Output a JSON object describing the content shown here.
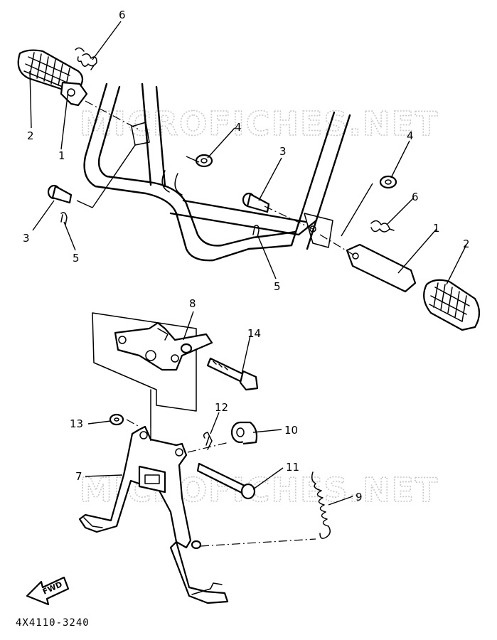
{
  "watermark": {
    "text": "MICROFICHES.NET"
  },
  "diagram_code": "4X4110-3240",
  "fwd_label": "FWD",
  "callouts": {
    "c6_top": "6",
    "c2_left": "2",
    "c1_left": "1",
    "c4_upper": "4",
    "c3_upper": "3",
    "c4_right": "4",
    "c6_right": "6",
    "c1_right": "1",
    "c2_right": "2",
    "c3_left": "3",
    "c5_left": "5",
    "c5_center": "5",
    "c8": "8",
    "c14": "14",
    "c13": "13",
    "c12": "12",
    "c10": "10",
    "c7": "7",
    "c11": "11",
    "c9": "9"
  }
}
